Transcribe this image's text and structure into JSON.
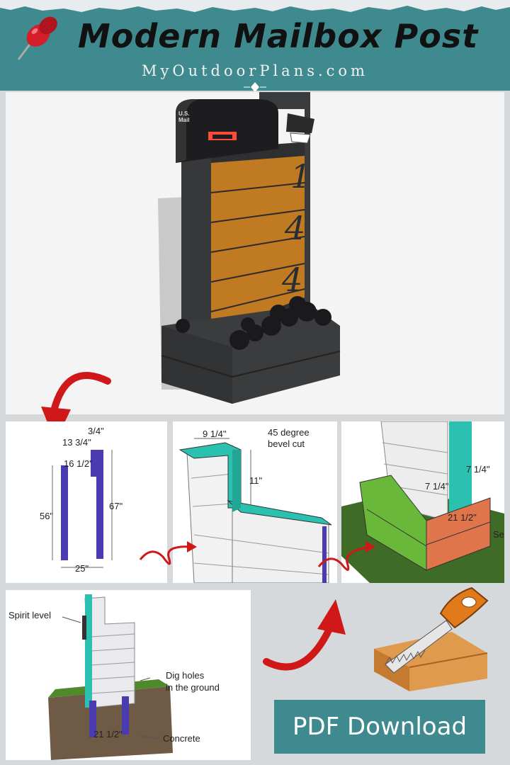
{
  "header": {
    "title": "Modern Mailbox Post",
    "subtitle": "MyOutdoorPlans.com",
    "pin_icon": "pushpin-icon"
  },
  "hero": {
    "house_number_digits": [
      "1",
      "4",
      "4"
    ],
    "mailbox_tag": "U.S. Mail"
  },
  "frame_diagram": {
    "dim_top": "3/4\"",
    "dim_13_3_4": "13 3/4\"",
    "dim_16_1_2": "16 1/2\"",
    "dim_56": "56\"",
    "dim_67": "67\"",
    "dim_25": "25\""
  },
  "top_diagram": {
    "dim_9_1_4": "9 1/4\"",
    "note_bevel": "45 degree\nbevel cut",
    "dim_11": "11\""
  },
  "planter_diagram": {
    "dim_7_1_4_a": "7 1/4\"",
    "dim_7_1_4_b": "7 1/4\"",
    "dim_21_1_2": "21 1/2\"",
    "cut_label": "Se"
  },
  "install_diagram": {
    "spirit_level": "Spirit level",
    "dig_holes": "Dig holes\nin the ground",
    "dim_21_1_2": "21 1/2\"",
    "concrete": "Concrete"
  },
  "colors": {
    "teal": "#3e8a8e",
    "arrow_red": "#d01818",
    "wood": "#c07a22",
    "post_dark": "#3a3b3d"
  },
  "cta": {
    "label": "PDF Download"
  }
}
